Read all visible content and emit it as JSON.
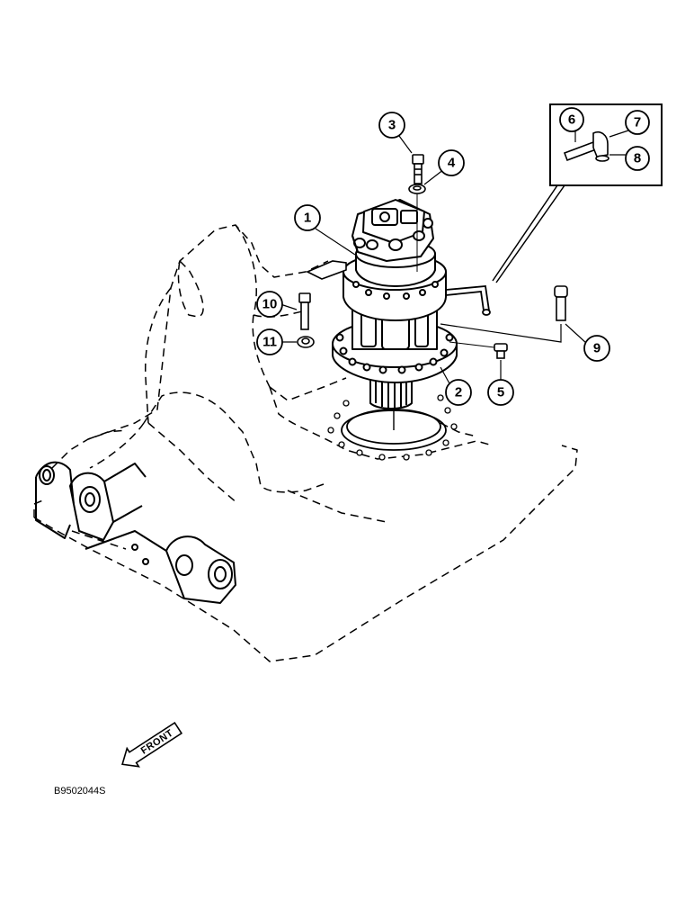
{
  "diagram": {
    "callouts": [
      {
        "id": "1",
        "label": "1"
      },
      {
        "id": "2",
        "label": "2"
      },
      {
        "id": "3",
        "label": "3"
      },
      {
        "id": "4",
        "label": "4"
      },
      {
        "id": "5",
        "label": "5"
      },
      {
        "id": "6",
        "label": "6"
      },
      {
        "id": "7",
        "label": "7"
      },
      {
        "id": "8",
        "label": "8"
      },
      {
        "id": "9",
        "label": "9"
      },
      {
        "id": "10",
        "label": "10"
      },
      {
        "id": "11",
        "label": "11"
      }
    ],
    "front_label": "FRONT",
    "figure_code": "B9502044S",
    "colors": {
      "ink": "#000000",
      "paper": "#ffffff"
    }
  }
}
